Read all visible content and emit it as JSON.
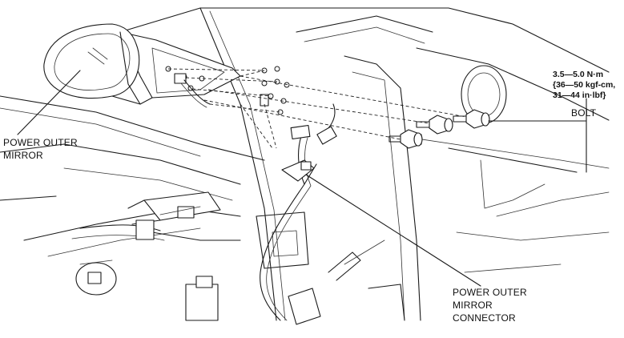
{
  "labels": {
    "mirror": [
      "POWER OUTER",
      "MIRROR"
    ],
    "connector": [
      "POWER OUTER",
      "MIRROR",
      "CONNECTOR"
    ],
    "torque": [
      "3.5—5.0 N·m",
      "{36—50 kgf-cm,",
      "31—44 in·lbf}"
    ],
    "bolt": "BOLT"
  }
}
